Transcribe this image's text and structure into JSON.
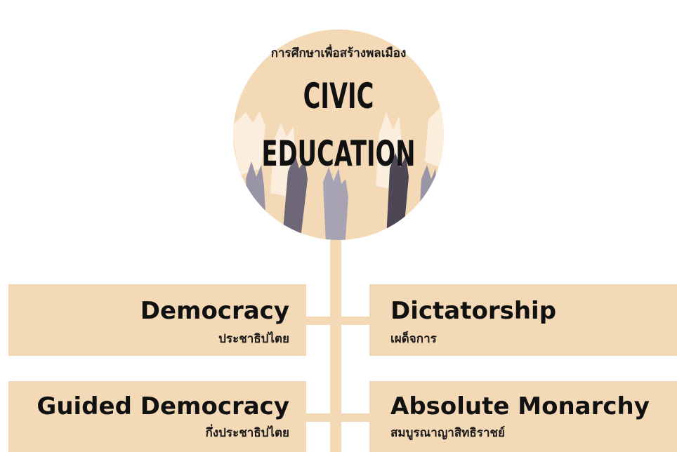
{
  "header": {
    "subtitle_th": "การศึกษาเพื่อสร้างพลเมือง",
    "title_line1": "CIVIC",
    "title_line2": "EDUCATION"
  },
  "colors": {
    "box_fill": "#f4d9b6",
    "circle_fill": "#f4d9b6",
    "hand_light": "#9a95a6",
    "hand_mid": "#6e6778",
    "hand_dark": "#4d4655",
    "hand_pale": "#fbeedd"
  },
  "nodes": [
    {
      "en": "Democracy",
      "th": "ประชาธิปไตย"
    },
    {
      "en": "Dictatorship",
      "th": "เผด็จการ"
    },
    {
      "en": "Guided Democracy",
      "th": "กึ่งประชาธิปไตย"
    },
    {
      "en": "Absolute Monarchy",
      "th": "สมบูรณาญาสิทธิราชย์"
    }
  ]
}
